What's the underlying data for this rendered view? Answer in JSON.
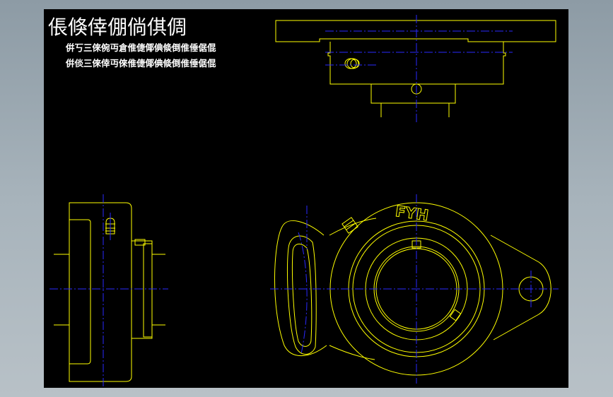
{
  "drawing": {
    "title": "倀倏倖倗倘倛倜",
    "note_line_1": "倂丂三倈倇丏倉倠倢倻倎倐倒倠倕倨倱",
    "note_line_2": "倂倓三倈倖丏倈倠倢倻倎倐倒倠倕倨倱",
    "brand_mark": "FYH"
  },
  "colors": {
    "background": "#000000",
    "outline": "#ffff00",
    "centerline": "#2a2aff",
    "text": "#ffffff",
    "frame": "#9aa7b0"
  }
}
